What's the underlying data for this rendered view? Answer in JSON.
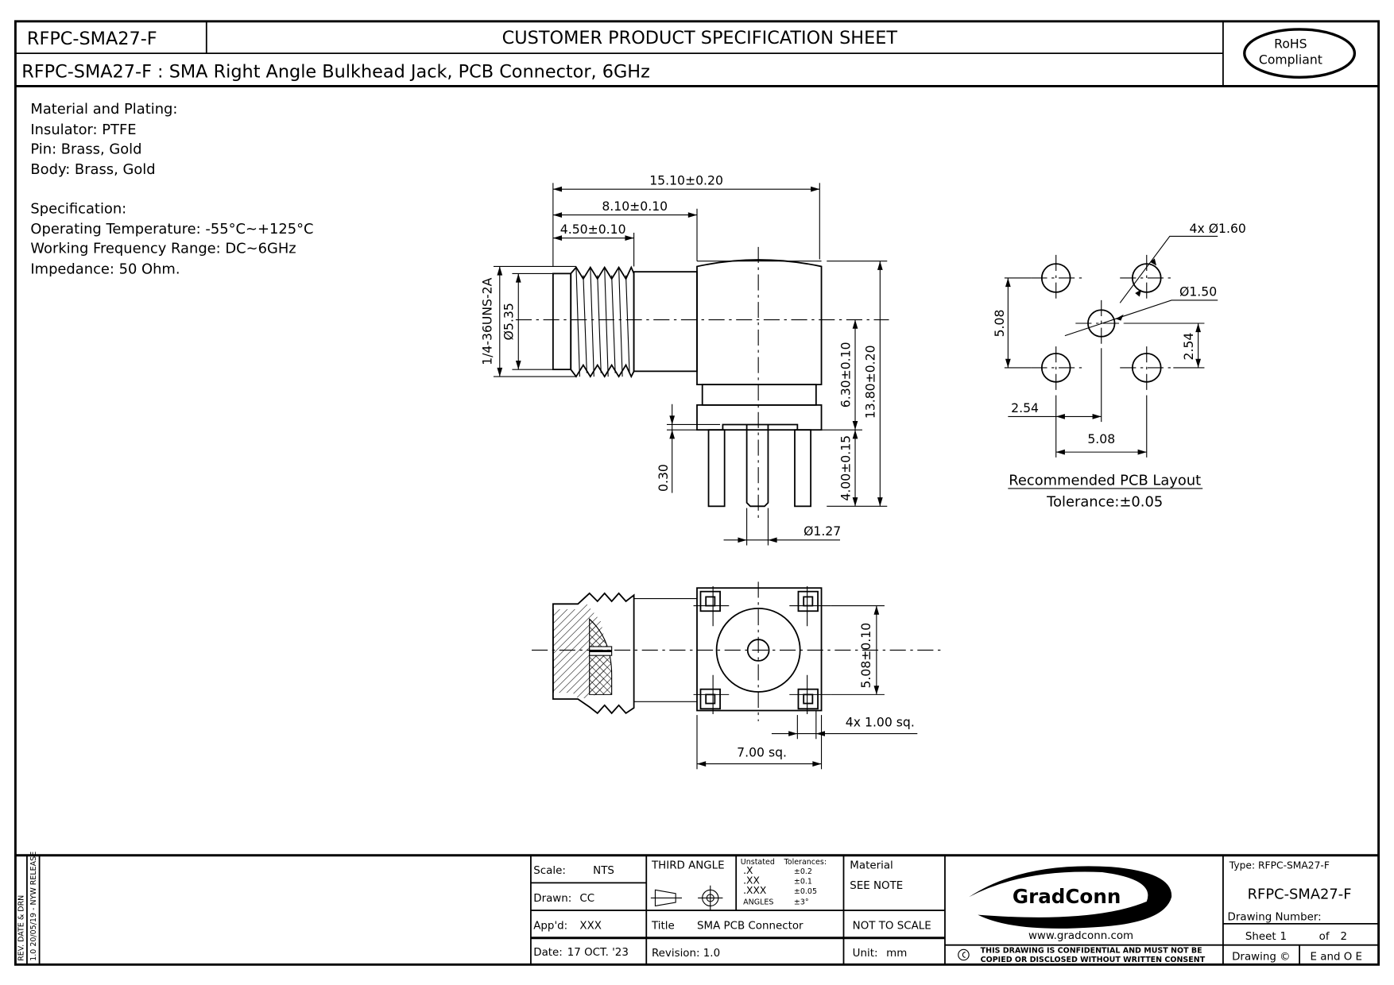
{
  "header": {
    "part_number": "RFPC-SMA27-F",
    "sheet_title": "CUSTOMER PRODUCT SPECIFICATION SHEET",
    "description": "RFPC-SMA27-F : SMA Right Angle Bulkhead Jack, PCB Connector, 6GHz",
    "rohs_line1": "RoHS",
    "rohs_line2": "Compliant"
  },
  "notes": {
    "material_heading": "Material and Plating:",
    "insulator": "Insulator: PTFE",
    "pin": "Pin: Brass, Gold",
    "body": "Body: Brass, Gold",
    "spec_heading": "Specification:",
    "temperature": "Operating Temperature: -55°C~+125°C",
    "frequency": "Working Frequency Range: DC~6GHz",
    "impedance": "Impedance: 50 Ohm."
  },
  "side_view": {
    "dim_overall_length": "15.10±0.20",
    "dim_body_offset": "8.10±0.10",
    "dim_thread_length": "4.50±0.10",
    "dim_thread": "1/4-36UNS-2A",
    "dim_diameter": "Ø5.35",
    "dim_center_height": "6.30±0.10",
    "dim_total_height": "13.80±0.20",
    "dim_pin_length": "4.00±0.15",
    "dim_standoff": "0.30",
    "dim_pin_diameter": "Ø1.27"
  },
  "bottom_view": {
    "dim_pin_spacing": "5.08±0.10",
    "dim_pin_square": "4x 1.00 sq.",
    "dim_flange": "7.00 sq."
  },
  "pcb_layout": {
    "dim_hole_4x": "4x Ø1.60",
    "dim_center_hole": "Ø1.50",
    "dim_vertical_spacing": "5.08",
    "dim_half_vertical": "2.54",
    "dim_half_horizontal": "2.54",
    "dim_horizontal_spacing": "5.08",
    "title": "Recommended PCB Layout",
    "tolerance": "Tolerance:±0.05"
  },
  "title_block": {
    "revision_strip_header": "REV.  DATE & DRN",
    "revision_strip_entry": "1.0  20/05/19 - NYW  RELEASE",
    "scale_label": "Scale:",
    "scale_value": "NTS",
    "drawn_label": "Drawn:",
    "drawn_value": "CC",
    "approved_label": "App'd:",
    "approved_value": "XXX",
    "date_label": "Date:",
    "date_value": "17 OCT. '23",
    "projection": "THIRD ANGLE",
    "tolerance_unstated": "Unstated",
    "tolerance_heading": "Tolerances:",
    "tolerances": [
      {
        "key": ".X",
        "value": "±0.2"
      },
      {
        "key": ".XX",
        "value": "±0.1"
      },
      {
        "key": ".XXX",
        "value": "±0.05"
      },
      {
        "key": "ANGLES",
        "value": "±3°"
      }
    ],
    "title_label": "Title",
    "title_value": "SMA PCB Connector",
    "revision": "Revision: 1.0",
    "material_label": "Material",
    "material_value": "SEE NOTE",
    "not_to_scale": "NOT TO SCALE",
    "unit_label": "Unit:",
    "unit_value": "mm",
    "logo_text": "GradConn",
    "website": "www.gradconn.com",
    "confidential_line1": "THIS DRAWING IS CONFIDENTIAL AND MUST NOT BE",
    "confidential_line2": "COPIED OR DISCLOSED WITHOUT WRITTEN CONSENT",
    "type_label": "Type:  RFPC-SMA27-F",
    "drawing_number": "RFPC-SMA27-F",
    "drawing_number_label": "Drawing Number:",
    "sheet_label": "Sheet",
    "sheet_number": "1",
    "of_label": "of",
    "sheet_total": "2",
    "drawing_copyright": "Drawing ©",
    "eoe": "E and O E"
  }
}
